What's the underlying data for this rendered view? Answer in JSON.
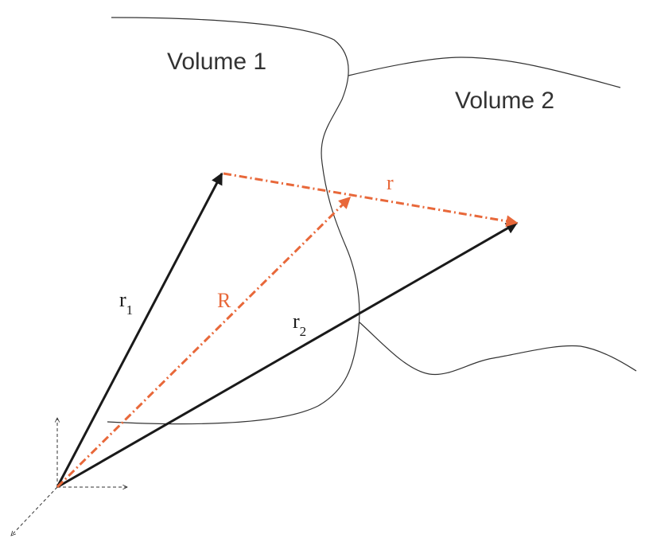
{
  "regions": {
    "volume1_label": "Volume 1",
    "volume2_label": "Volume 2"
  },
  "vectors": {
    "r1": {
      "symbol": "r",
      "subscript": "1"
    },
    "r2": {
      "symbol": "r",
      "subscript": "2"
    },
    "R": {
      "symbol": "R"
    },
    "r": {
      "symbol": "r"
    }
  },
  "colors": {
    "black_vector": "#1a1a1a",
    "orange_vector": "#e8683a",
    "boundary": "#333333",
    "axes": "#333333"
  }
}
